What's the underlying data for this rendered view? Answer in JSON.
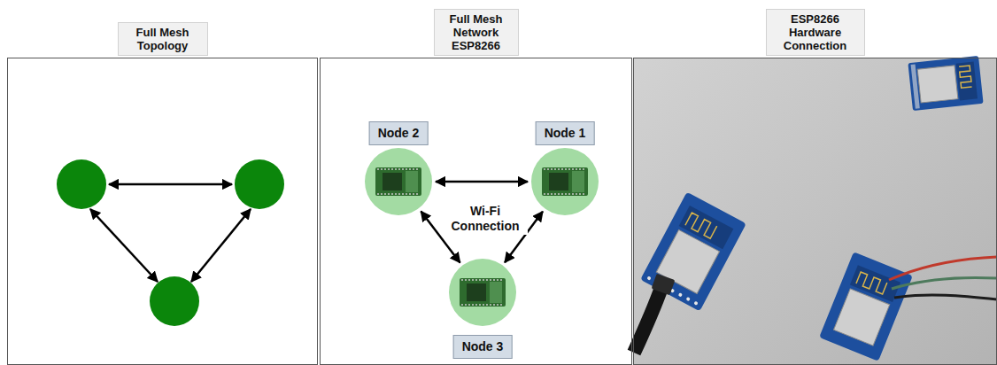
{
  "diagram": {
    "nodes": [
      {
        "text": [
          "Full Mesh Topology"
        ]
      },
      {
        "text": [
          "Full Mesh Network ESP8266"
        ]
      },
      {
        "text": [
          "Node 2"
        ],
        "in": 1
      },
      {
        "text": [
          "Node 1"
        ],
        "in": 1
      },
      {
        "text": [
          "Node 3"
        ],
        "in": 1
      },
      {
        "text": [
          "ESP8266 Hardware Connection"
        ]
      }
    ],
    "edges": [
      {
        "from": 2,
        "to": 3,
        "arrow": "both"
      },
      {
        "from": 2,
        "to": 4,
        "arrow": "both"
      },
      {
        "from": 3,
        "to": 4,
        "arrow": "both"
      }
    ],
    "labels": [
      "Wi-Fi Connection"
    ]
  }
}
